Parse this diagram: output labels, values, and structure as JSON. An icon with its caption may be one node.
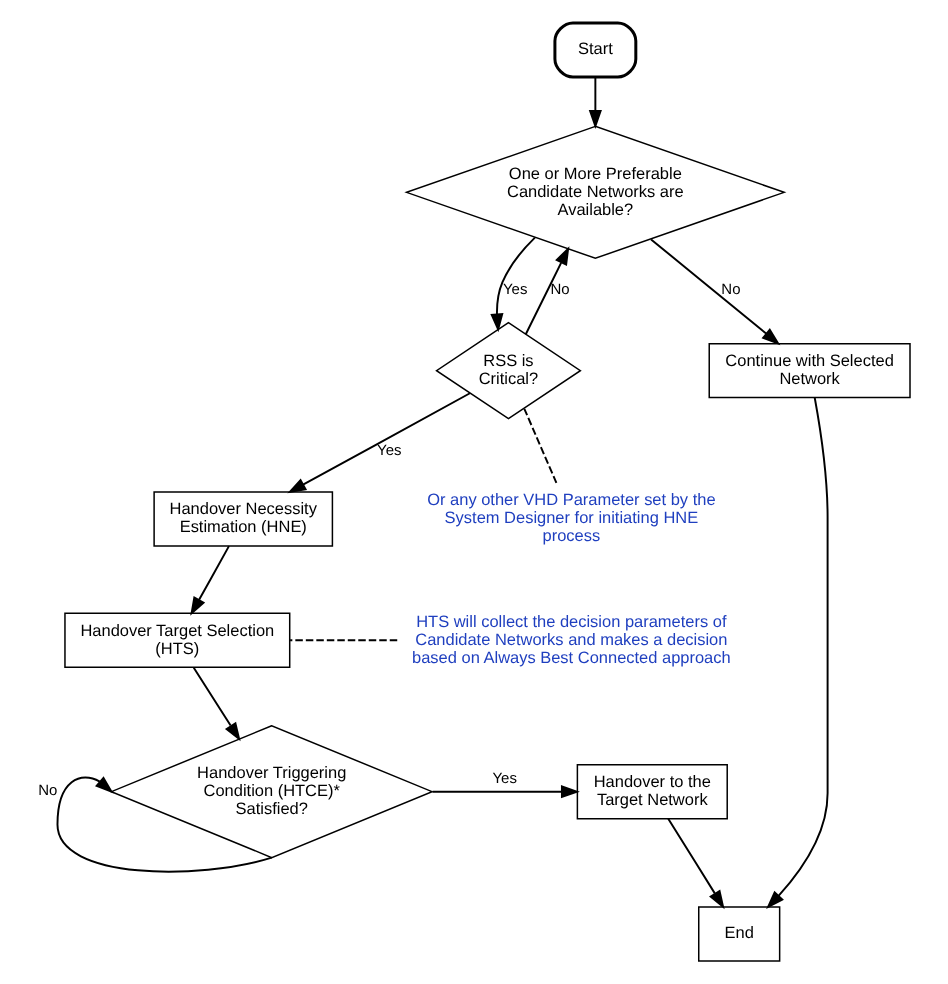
{
  "diagram": {
    "nodes": [
      {
        "text": [
          "Start"
        ]
      },
      {
        "text": [
          "One or More Preferable Candidate Networks are Available?"
        ]
      },
      {
        "text": [
          "RSS is Critical?"
        ]
      },
      {
        "text": [
          "Continue with Selected Network"
        ]
      },
      {
        "text": [
          "Handover Necessity Estimation (HNE)"
        ]
      },
      {
        "text": [
          "Or any other VHD Parameter set by the System Designer for initiating HNE process"
        ]
      },
      {
        "text": [
          "Handover Target Selection (HTS)"
        ]
      },
      {
        "text": [
          "HTS will collect the decision parameters of Candidate Networks and makes a decision based on Always Best Connected approach"
        ]
      },
      {
        "text": [
          "Handover Triggering Condition (HTCE)* Satisfied?"
        ]
      },
      {
        "text": [
          "Handover to the Target Network"
        ]
      },
      {
        "text": [
          "End"
        ]
      }
    ],
    "edges": [
      {
        "from": 0,
        "to": 1,
        "arrow": "to"
      },
      {
        "from": 1,
        "to": 2,
        "arrow": "to",
        "label": "Yes"
      },
      {
        "from": 1,
        "to": 3,
        "arrow": "to",
        "label": "No"
      },
      {
        "from": 2,
        "to": 1,
        "arrow": "to",
        "label": "No"
      },
      {
        "from": 2,
        "to": 4,
        "arrow": "to",
        "label": "Yes"
      },
      {
        "from": 5,
        "to": 2,
        "arrow": "none",
        "style": "dashed"
      },
      {
        "from": 4,
        "to": 6,
        "arrow": "to"
      },
      {
        "from": 7,
        "to": 6,
        "arrow": "none",
        "style": "dashed"
      },
      {
        "from": 6,
        "to": 8,
        "arrow": "to"
      },
      {
        "from": 8,
        "to": 9,
        "arrow": "to",
        "label": "Yes"
      },
      {
        "from": 8,
        "to": 8,
        "arrow": "to",
        "label": "No"
      },
      {
        "from": 9,
        "to": 10,
        "arrow": "to"
      },
      {
        "from": 3,
        "to": 10,
        "arrow": "to"
      }
    ]
  }
}
